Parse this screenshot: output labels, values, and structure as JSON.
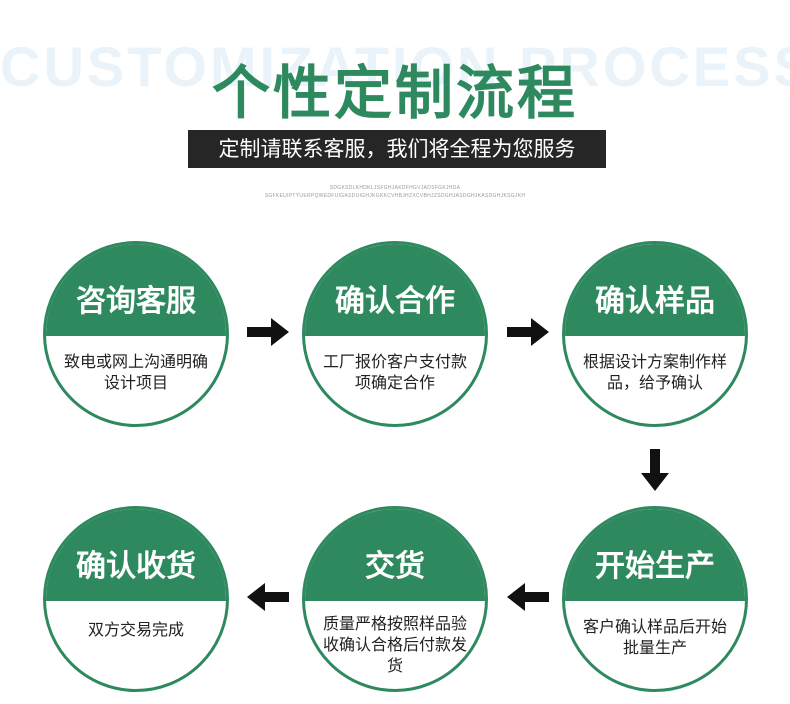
{
  "header": {
    "bg_text": "CUSTOMIZATION PROCESS",
    "title": "个性定制流程",
    "subtitle": "定制请联系客服，我们将全程为您服务",
    "fine_line_1": "SDGKSDLKHDKLJSFGHJAKDFHGVJADSFGKJHDA",
    "fine_line_2": "SGFKEUIPTYUERPQWEDFUIGASDUIGHJKGKKCVHBJHZXCVBHJZSDGHJASDGHJKASDGHJKSGJKH"
  },
  "steps": [
    {
      "title": "咨询客服",
      "desc": "致电或网上沟通明确设计项目"
    },
    {
      "title": "确认合作",
      "desc": "工厂报价客户支付款项确定合作"
    },
    {
      "title": "确认样品",
      "desc": "根据设计方案制作样品，给予确认"
    },
    {
      "title": "开始生产",
      "desc": "客户确认样品后开始批量生产"
    },
    {
      "title": "交货",
      "desc": "质量严格按照样品验收确认合格后付款发货"
    },
    {
      "title": "确认收货",
      "desc": "双方交易完成"
    }
  ],
  "colors": {
    "accent": "#2e8a5e",
    "dark": "#262626",
    "arrow": "#111111",
    "watermark": "#e9f3f9"
  },
  "icons": [
    "arrow-right-icon",
    "arrow-right-icon",
    "arrow-down-icon",
    "arrow-left-icon",
    "arrow-left-icon"
  ]
}
